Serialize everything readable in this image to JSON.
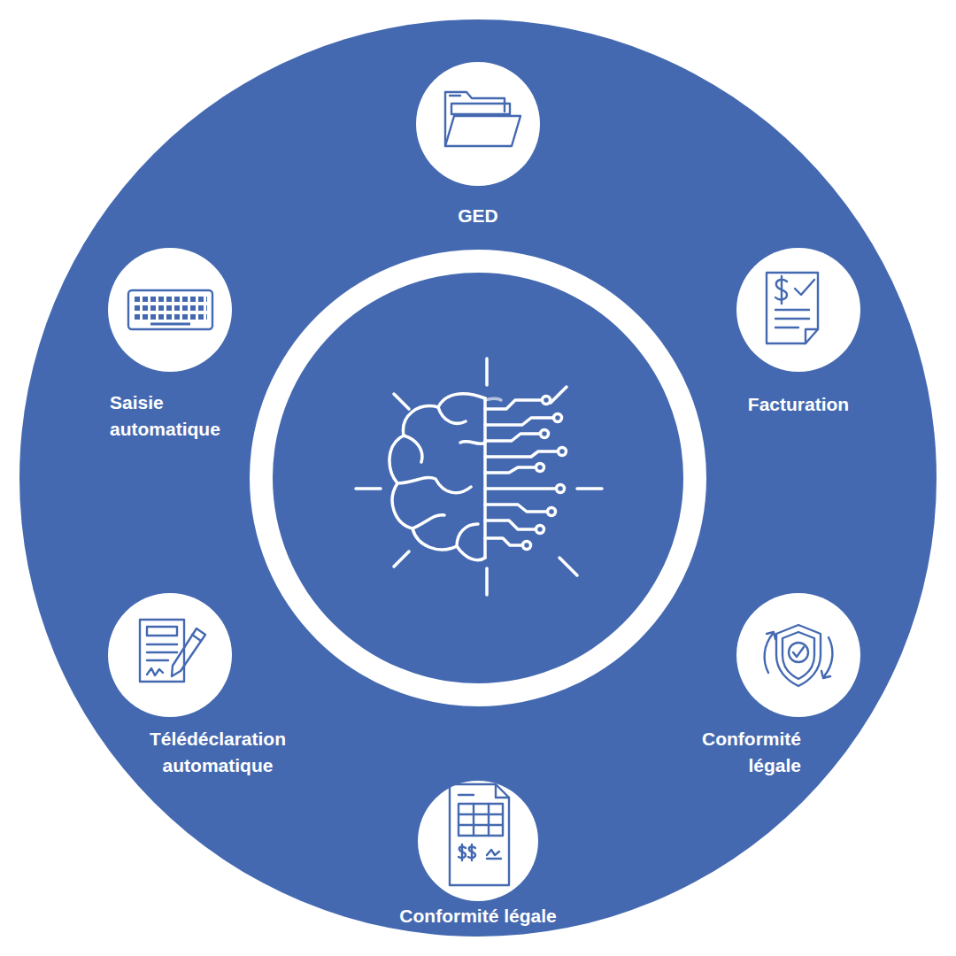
{
  "diagram": {
    "nodes": [
      {
        "text": [
          "GED"
        ]
      },
      {
        "text": [
          "Saisie automatique"
        ]
      },
      {
        "text": [
          "Facturation"
        ]
      },
      {
        "text": [
          "Télédéclaration automatique"
        ]
      },
      {
        "text": [
          "Conformité légale"
        ]
      },
      {
        "text": [
          "Conformité légale"
        ]
      }
    ]
  }
}
